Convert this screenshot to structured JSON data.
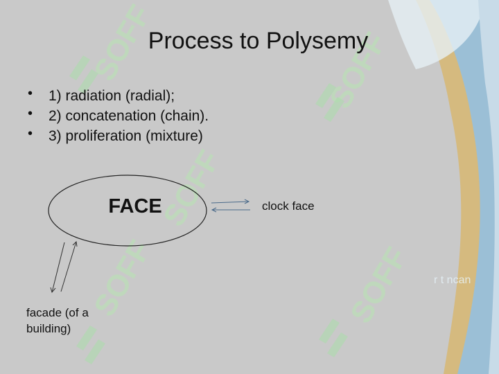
{
  "slide": {
    "title": "Process to Polysemy",
    "bullets": [
      "1) radiation (radial);",
      "2) concatenation (chain).",
      "3) proliferation (mixture)"
    ],
    "bullet_marker": "•"
  },
  "diagram": {
    "center_node": "FACE",
    "right_node": "clock face",
    "bottom_left_node": "facade (of a building)"
  },
  "decor": {
    "watermark_text": "SOFF",
    "faint_right_text": "r t ncan",
    "colors": {
      "background": "#c9c9c9",
      "swoosh_blue": "#9bbfd6",
      "swoosh_light": "#e6f0f5",
      "swoosh_gold": "#d6b877",
      "watermark_green": "#b9e3b5",
      "arrow_blue": "#4a6a8a"
    }
  }
}
